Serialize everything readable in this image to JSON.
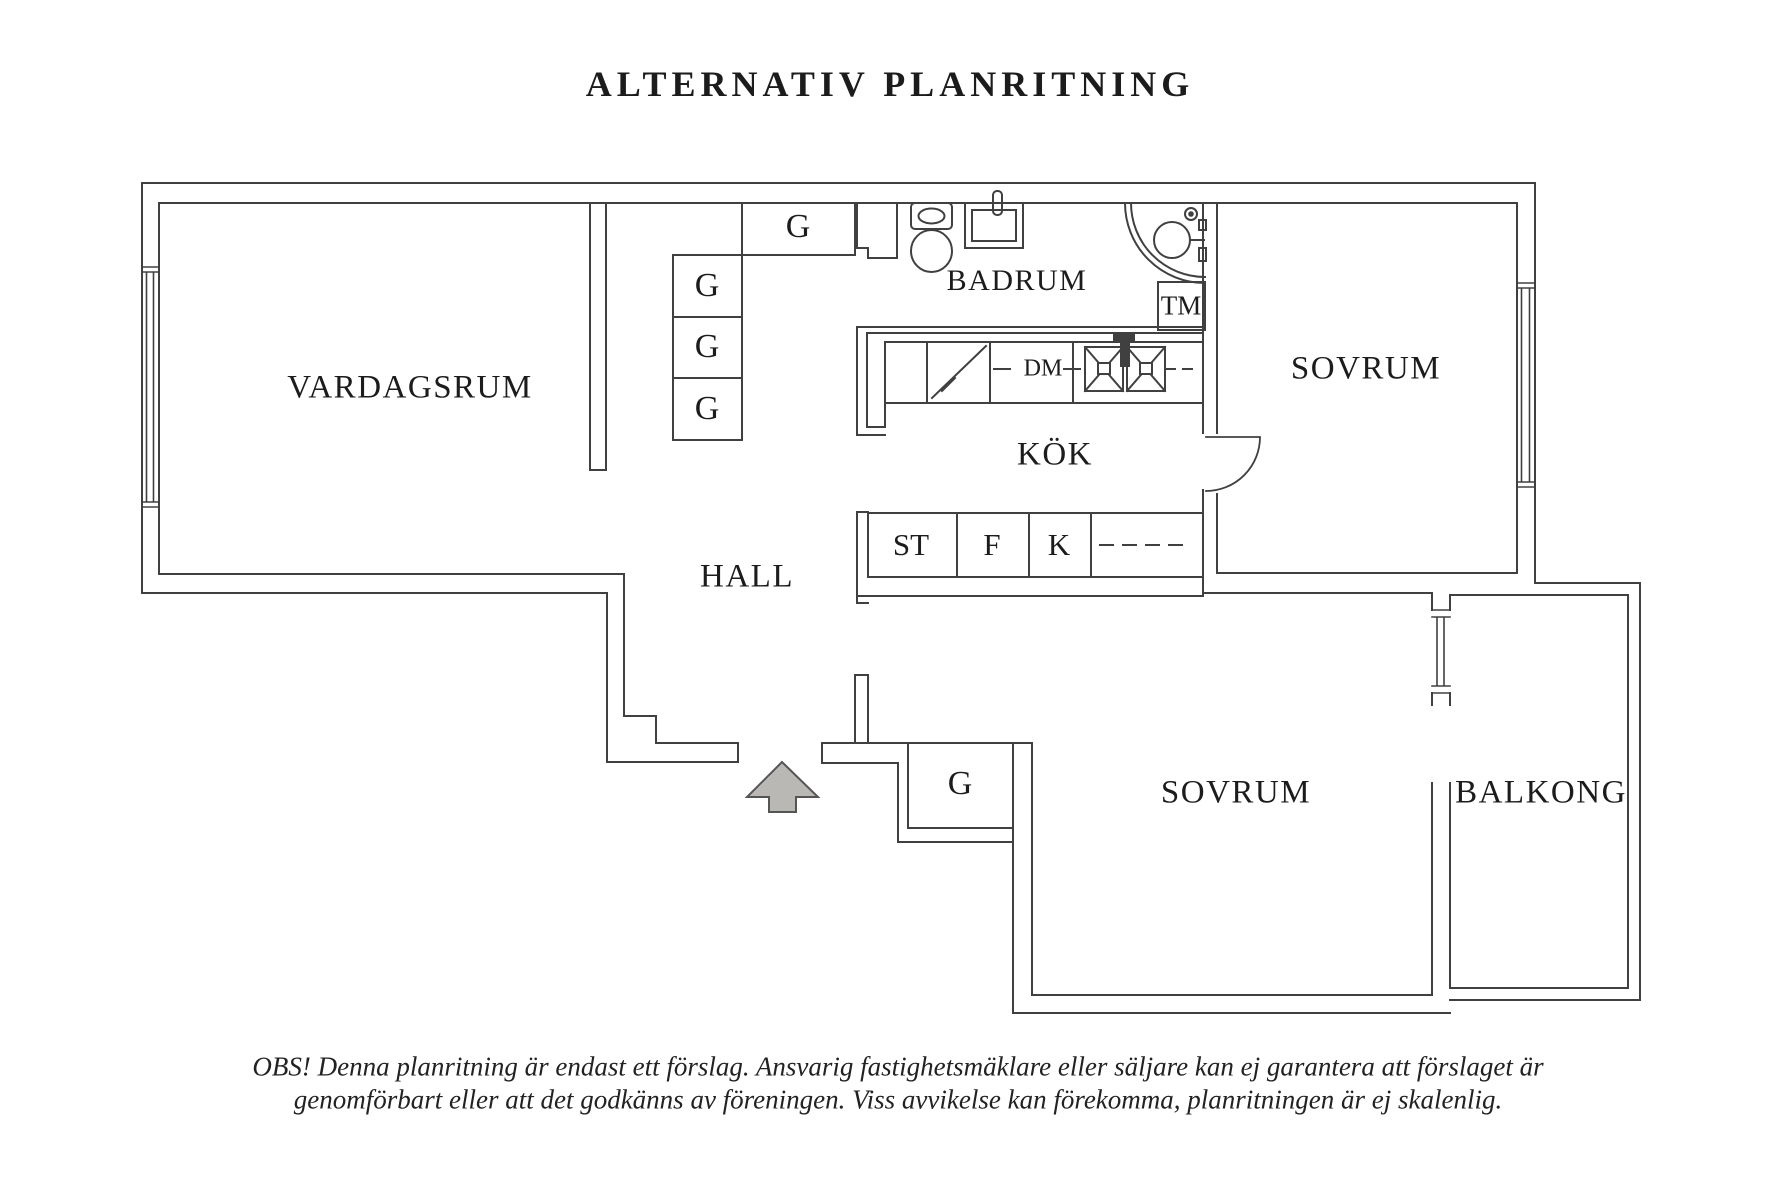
{
  "title": "ALTERNATIV PLANRITNING",
  "rooms": {
    "vardagsrum": "VARDAGSRUM",
    "badrum": "BADRUM",
    "sovrum_top": "SOVRUM",
    "kok": "KÖK",
    "hall": "HALL",
    "sovrum_bottom": "SOVRUM",
    "balkong": "BALKONG"
  },
  "closets": {
    "g_top": "G",
    "g_col_1": "G",
    "g_col_2": "G",
    "g_col_3": "G",
    "g_entry": "G"
  },
  "appliances": {
    "tm": "TM",
    "dm": "DM",
    "st": "ST",
    "f": "F",
    "k": "K"
  },
  "icons": {
    "entry_arrow": "entry-arrow-icon",
    "toilet": "toilet-icon",
    "washbasin": "washbasin-icon",
    "shower": "shower-icon",
    "kitchen_sink": "kitchen-sink-icon",
    "counter_break": "counter-break-icon",
    "window_left": "window-left",
    "window_right": "window-right",
    "window_balcony": "window-balcony",
    "door_sovrum": "door-arc-top-sovrum"
  },
  "disclaimer": {
    "line1": "OBS! Denna planritning är endast ett förslag. Ansvarig fastighetsmäklare eller säljare kan ej garantera att förslaget är",
    "line2": "genomförbart eller att det godkänns av föreningen. Viss avvikelse kan förekomma, planritningen är ej skalenlig."
  },
  "colors": {
    "background": "#ffffff",
    "line": "#404040",
    "text": "#1c1c1c",
    "arrow_fill": "#b9b8b5"
  }
}
